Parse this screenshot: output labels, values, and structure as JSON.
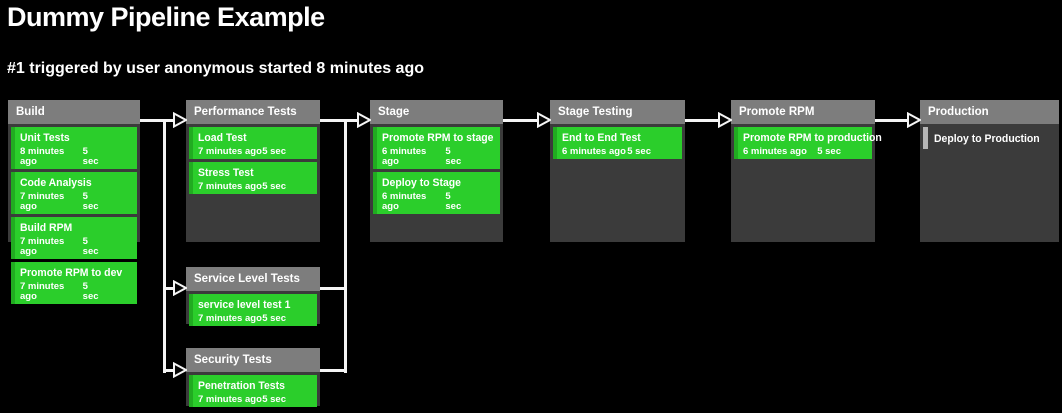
{
  "page": {
    "title": "Dummy Pipeline Example",
    "build_info": "#1 triggered by user anonymous started 8 minutes ago"
  },
  "colors": {
    "background": "#000000",
    "stage_body_gray": "#3b3b3b",
    "header_gray": "#7d7d7d",
    "success_green": "#2bce2b",
    "success_green_edge": "#21ab21",
    "idle_marker_gray": "#b5b5b5",
    "connector_white": "#f5f5f5"
  },
  "stages": [
    {
      "name": "Build",
      "tasks": [
        {
          "label": "Unit Tests",
          "time": "8 minutes ago",
          "duration": "5 sec",
          "status": "success"
        },
        {
          "label": "Code Analysis",
          "time": "7 minutes ago",
          "duration": "5 sec",
          "status": "success"
        },
        {
          "label": "Build RPM",
          "time": "7 minutes ago",
          "duration": "5 sec",
          "status": "success"
        },
        {
          "label": "Promote RPM to dev",
          "time": "7 minutes ago",
          "duration": "5 sec",
          "status": "success"
        }
      ]
    },
    {
      "name": "Performance Tests",
      "tasks": [
        {
          "label": "Load Test",
          "time": "7 minutes ago",
          "duration": "5 sec",
          "status": "success"
        },
        {
          "label": "Stress Test",
          "time": "7 minutes ago",
          "duration": "5 sec",
          "status": "success"
        }
      ]
    },
    {
      "name": "Stage",
      "tasks": [
        {
          "label": "Promote RPM to stage",
          "time": "6 minutes ago",
          "duration": "5 sec",
          "status": "success"
        },
        {
          "label": "Deploy to Stage",
          "time": "6 minutes ago",
          "duration": "5 sec",
          "status": "success"
        }
      ]
    },
    {
      "name": "Stage Testing",
      "tasks": [
        {
          "label": "End to End Test",
          "time": "6 minutes ago",
          "duration": "5 sec",
          "status": "success"
        }
      ]
    },
    {
      "name": "Promote RPM",
      "tasks": [
        {
          "label": "Promote RPM to production",
          "time": "6 minutes ago",
          "duration": "5 sec",
          "status": "success"
        }
      ]
    },
    {
      "name": "Production",
      "tasks": [
        {
          "label": "Deploy to Production",
          "status": "idle"
        }
      ]
    },
    {
      "name": "Service Level Tests",
      "tasks": [
        {
          "label": "service level test 1",
          "time": "7 minutes ago",
          "duration": "5 sec",
          "status": "success"
        }
      ]
    },
    {
      "name": "Security Tests",
      "tasks": [
        {
          "label": "Penetration Tests",
          "time": "7 minutes ago",
          "duration": "5 sec",
          "status": "success"
        }
      ]
    }
  ]
}
